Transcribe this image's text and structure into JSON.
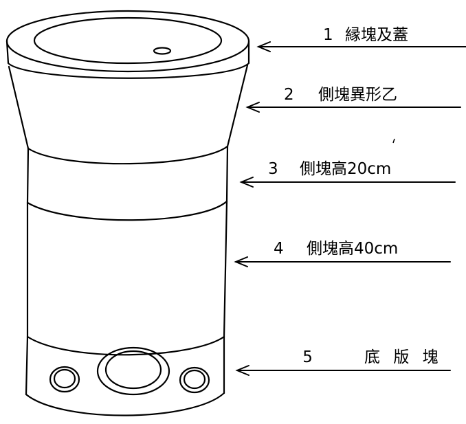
{
  "diagram": {
    "labels": [
      {
        "number": "1",
        "text": "縁塊及蓋"
      },
      {
        "number": "2",
        "text": "側塊異形乙"
      },
      {
        "number": "3",
        "text": "側塊高20cm"
      },
      {
        "number": "4",
        "text": "側塊高40cm"
      },
      {
        "number": "5",
        "text": "底 版 塊"
      }
    ]
  }
}
